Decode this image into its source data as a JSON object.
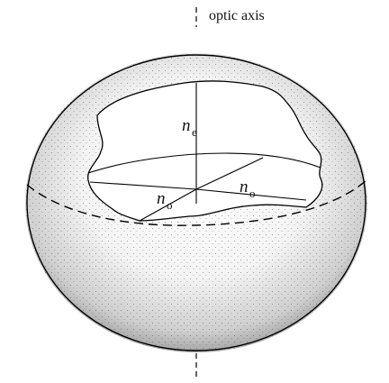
{
  "figure": {
    "labels": {
      "optic_axis": "optic axis",
      "n_e_symbol": "n",
      "n_e_subscript": "e",
      "n_o_left_symbol": "n",
      "n_o_left_subscript": "o",
      "n_o_right_symbol": "n",
      "n_o_right_subscript": "o"
    }
  }
}
